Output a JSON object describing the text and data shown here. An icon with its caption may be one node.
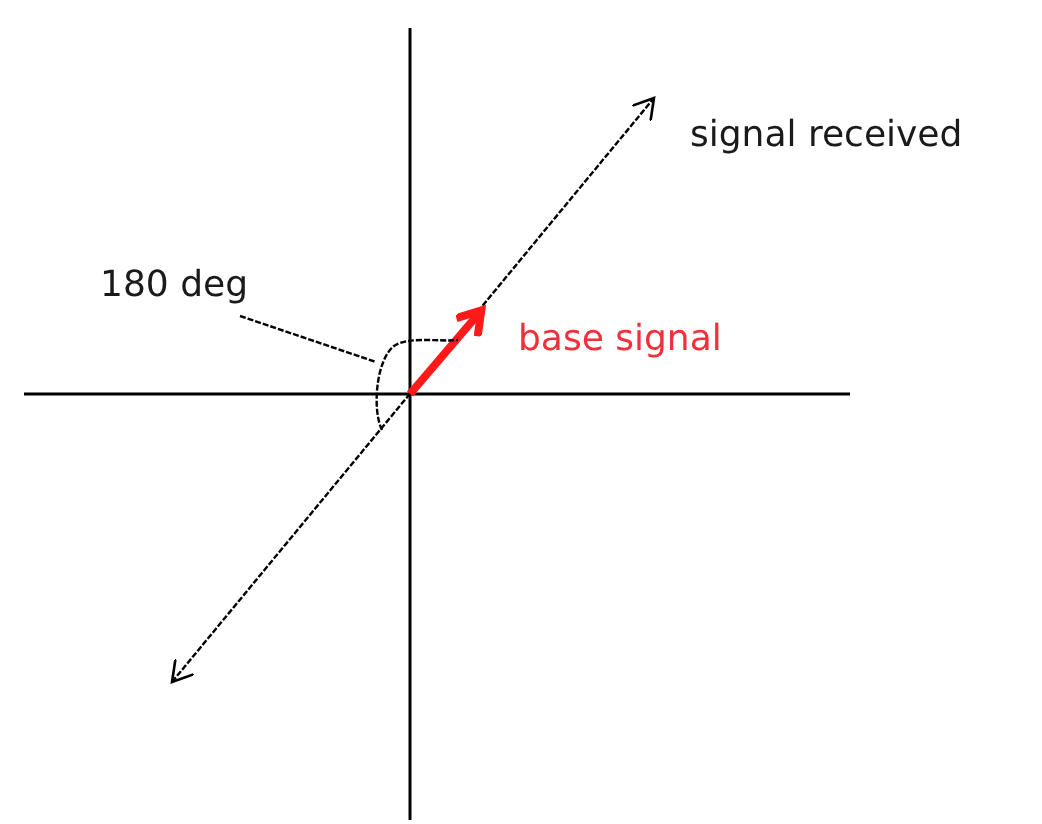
{
  "diagram": {
    "nodes": [
      {
        "text": [
          "180 deg"
        ]
      },
      {
        "text": [],
        "shape": "arc"
      }
    ],
    "edges": [
      {
        "from": 0,
        "to": 1,
        "arrow": "none"
      }
    ],
    "labels": [
      "signal received",
      "base signal"
    ]
  }
}
